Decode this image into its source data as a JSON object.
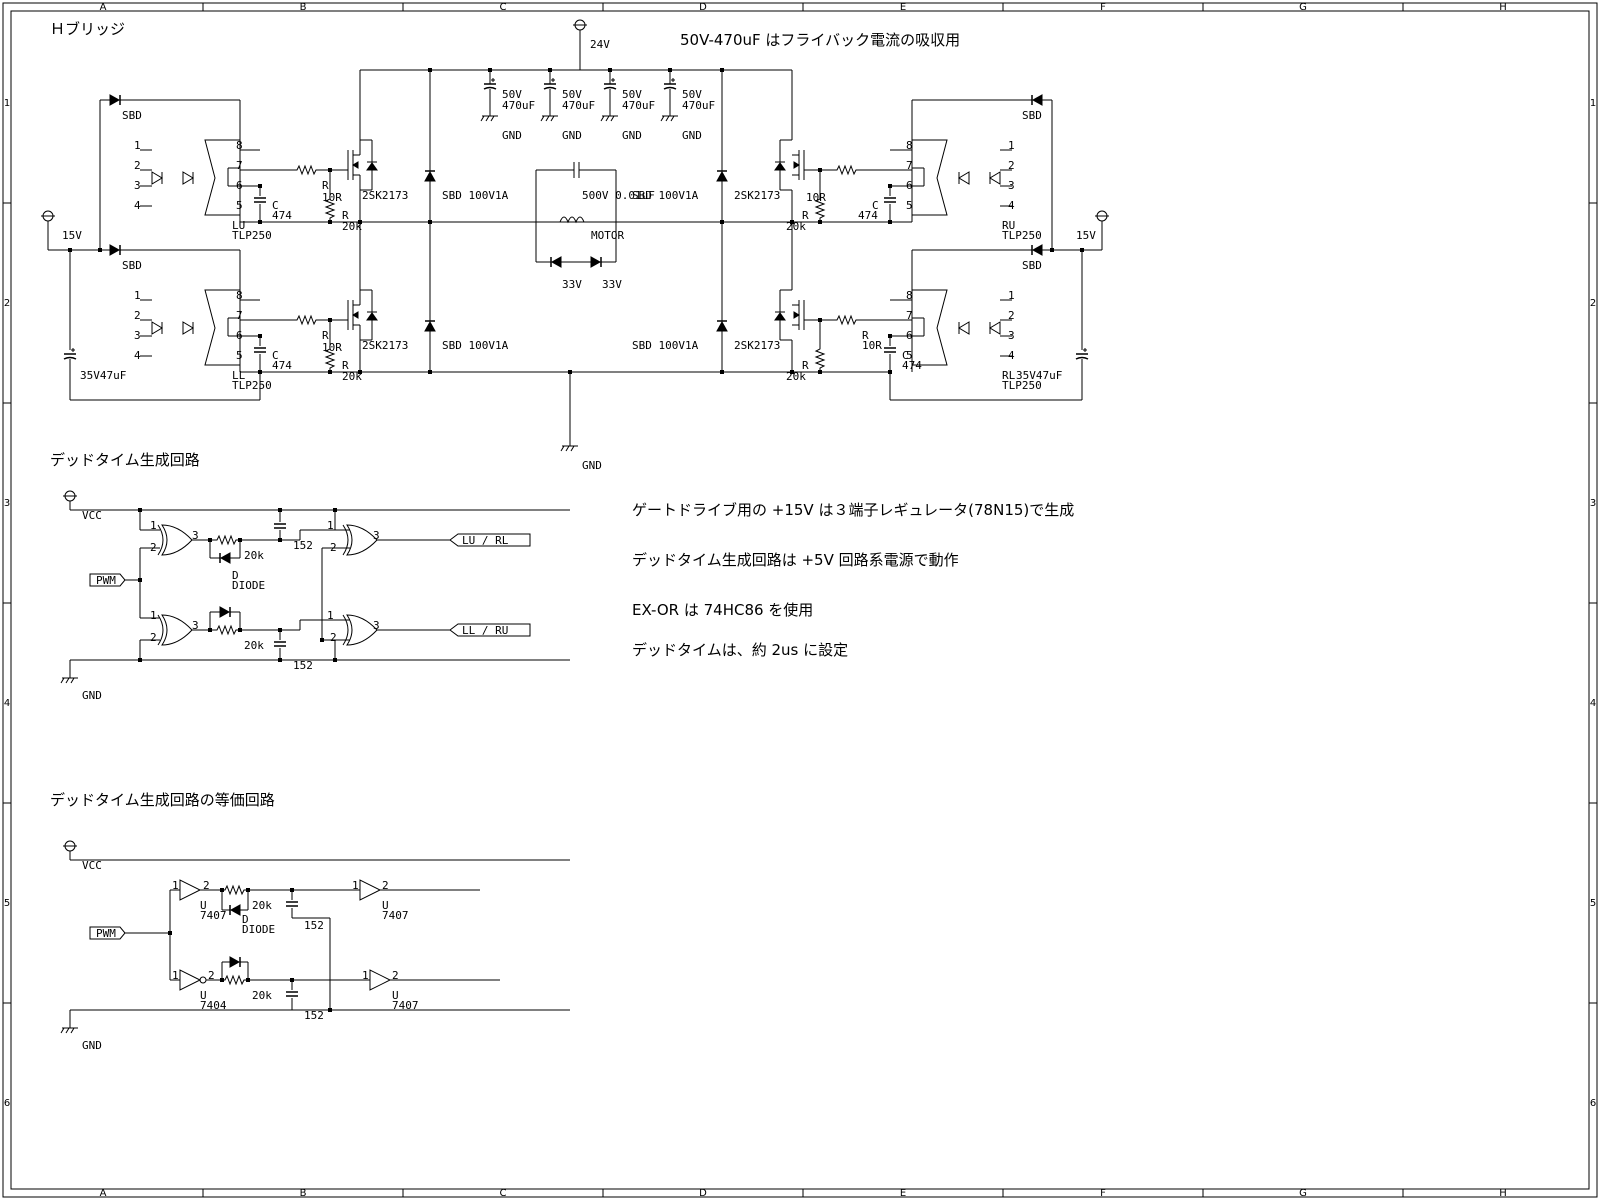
{
  "border": {
    "cols": [
      "A",
      "B",
      "C",
      "D",
      "E",
      "F",
      "G",
      "H"
    ],
    "rows": [
      "1",
      "2",
      "3",
      "4",
      "5",
      "6"
    ]
  },
  "sections": {
    "hbridge": "Ｈブリッジ",
    "deadtime": "デッドタイム生成回路",
    "equivalent": "デッドタイム生成回路の等価回路"
  },
  "notes": {
    "flyback": "50V-470uF はフライバック電流の吸収用",
    "gate": "ゲートドライブ用の +15V は３端子レギュレータ(78N15)で生成",
    "power": "デッドタイム生成回路は +5V 回路系電源で動作",
    "exor": "EX-OR は 74HC86 を使用",
    "deadtime": "デッドタイムは、約 2us に設定"
  },
  "labels": {
    "supply24": "24V",
    "supply15": "15V",
    "gnd": "GND",
    "vcc": "VCC",
    "sbd": "SBD",
    "cap50v": "50V",
    "cap470": "470uF",
    "mosfet": "2SK2173",
    "sbdRating": "SBD 100V1A",
    "sbdRatingRight": "SBD 100V1A",
    "r10": "10R",
    "r20k": "20k",
    "r": "R",
    "c": "C",
    "c474": "474",
    "opto": "TLP250",
    "lu": "LU",
    "ll": "LL",
    "ru": "RU",
    "rl": "RL",
    "cap35": "35V47uF",
    "motor": "MOTOR",
    "motorCap": "500V 0.01uF",
    "zener": "33V",
    "pwm": "PWM",
    "luRl": "LU / RL",
    "llRu": "LL / RU",
    "diode": "DIODE",
    "d": "D",
    "c152": "152",
    "u": "U",
    "u7407": "7407",
    "u7404": "7404",
    "pin1": "1",
    "pin2": "2",
    "pin3": "3",
    "pin4": "4",
    "pin5": "5",
    "pin6": "6",
    "pin7": "7",
    "pin8": "8"
  }
}
